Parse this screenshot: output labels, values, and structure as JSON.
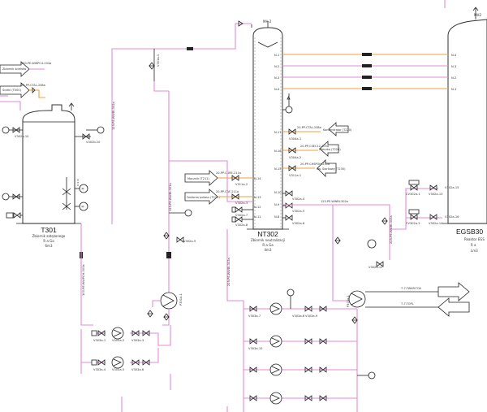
{
  "tanks": {
    "t301": {
      "tag": "T301",
      "desc": "Zbiornik zatężonego",
      "marks": "R  a  Ga",
      "sub": "6m3"
    },
    "nt302": {
      "tag": "NT302",
      "desc": "Zbiornik neutralizacji",
      "marks": "R  a  Ga",
      "sub": "4m3",
      "top_tag": "MH-2"
    },
    "egsb": {
      "tag": "EGSB30",
      "desc": "Reaktor EGS",
      "marks": "R  a",
      "sub": "Lm3",
      "top_tag": "MH2"
    }
  },
  "lines": {
    "l1": "100-PE-WWPC4-204a",
    "l2": "25-PP-CTAL-208a",
    "l3": "20-PP-CTAL-208a",
    "l4": "20-PP-CSEC12-305a",
    "l5": "20-PP-CHSPOH-210a",
    "l6": "20-PP-CURE-211a",
    "l7": "20-PP-CAF-211a",
    "l8": "125-PE-WWBI-302a",
    "l9": "125-PE-WWBI-301a",
    "l10": "225-PE-WWBI-303a",
    "l11": "100-PE-WWPCH-303a",
    "l12": "125-PE-WWBI-302a",
    "l13": "7-7-TWAR-TOA",
    "l14": "7-7-TOPL"
  },
  "arrows": {
    "a1": "Zbiornik ścieków",
    "a2": "Ścieki (T000)",
    "a3": "Koncentrator (T220)",
    "a4": "Mleczko (T220)",
    "a5": "Kw. Siarkowy (T230)",
    "a6": "Mocznik (T211)",
    "a7": "Fosforan potasu (T211)"
  },
  "nozzles": {
    "nt_right": [
      "N-1",
      "N-2",
      "N-3",
      "N-4"
    ],
    "egsb_left": [
      "N-4",
      "N-3",
      "N-2",
      "N-1"
    ],
    "nt_side": [
      "N-7",
      "N-8",
      "N-9",
      "N-10",
      "N-11",
      "N-12",
      "N-13",
      "N-14",
      "N-15",
      "N-16",
      "N-17"
    ]
  },
  "valves": {
    "v1": "V302a-10",
    "v2": "V302b-10",
    "v3": "V301a-1",
    "v4": "V301b-1",
    "v5": "V304a-1",
    "v6": "V304a-2",
    "v7": "V311a-1",
    "v8": "V311a-2",
    "v9": "V302a-3",
    "v10": "V302a-4",
    "v11": "V302a-5",
    "v12": "V302a-6",
    "v13": "V302a-7",
    "v14": "V302a-8",
    "v15": "V302a-9",
    "v16": "V302a-12",
    "v17": "V303a-1",
    "v18": "V303a-2",
    "v19": "V303a-3",
    "v20": "V303a-4",
    "v21": "V303a-5",
    "v22": "V303a-6",
    "v23": "V303a-7",
    "v24": "V303a-8",
    "v25": "V303a-9",
    "v26": "V303a-10",
    "v27": "CV302a-1",
    "v28": "CV302a-2",
    "v29": "V302a-13",
    "v30": "V302a-14",
    "v31": "V302a-15",
    "v32": "V302a-16"
  },
  "pumps": {
    "p1": "P302a-1",
    "p2": "P301b-1",
    "p3": "P303a-1"
  },
  "instruments": {
    "pi": "PI",
    "li": "LI",
    "fi": "FI",
    "m1": "M",
    "m2": "M"
  }
}
